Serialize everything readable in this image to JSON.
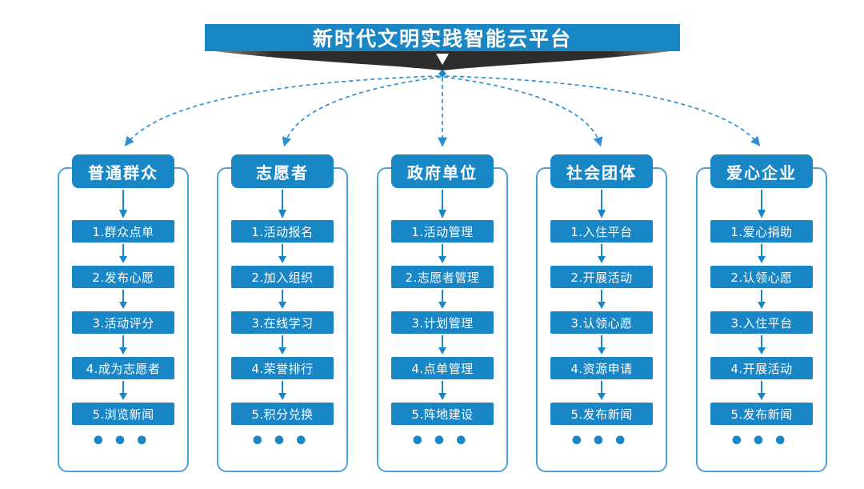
{
  "title": "新时代文明实践智能云平台",
  "ui": {
    "ellipsis": "•••"
  },
  "colors": {
    "primary_blue": "#1986c6",
    "connector_blue": "#2e8fd3",
    "frame_border_blue": "#4aa2d8",
    "ribbon_dark": "#2d2d2d",
    "text_on_blue": "#ffffff",
    "background": "#ffffff"
  },
  "chains": [
    {
      "title": "普通群众",
      "steps": [
        "1.群众点单",
        "2.发布心愿",
        "3.活动评分",
        "4.成为志愿者",
        "5.浏览新闻"
      ]
    },
    {
      "title": "志愿者",
      "steps": [
        "1.活动报名",
        "2.加入组织",
        "3.在线学习",
        "4.荣誉排行",
        "5.积分兑换"
      ]
    },
    {
      "title": "政府单位",
      "steps": [
        "1.活动管理",
        "2.志愿者管理",
        "3.计划管理",
        "4.点单管理",
        "5.阵地建设"
      ]
    },
    {
      "title": "社会团体",
      "steps": [
        "1.入住平台",
        "2.开展活动",
        "3.认领心愿",
        "4.资源申请",
        "5.发布新闻"
      ]
    },
    {
      "title": "爱心企业",
      "steps": [
        "1.爱心捐助",
        "2.认领心愿",
        "3.入住平台",
        "4.开展活动",
        "5.发布新闻"
      ]
    }
  ]
}
